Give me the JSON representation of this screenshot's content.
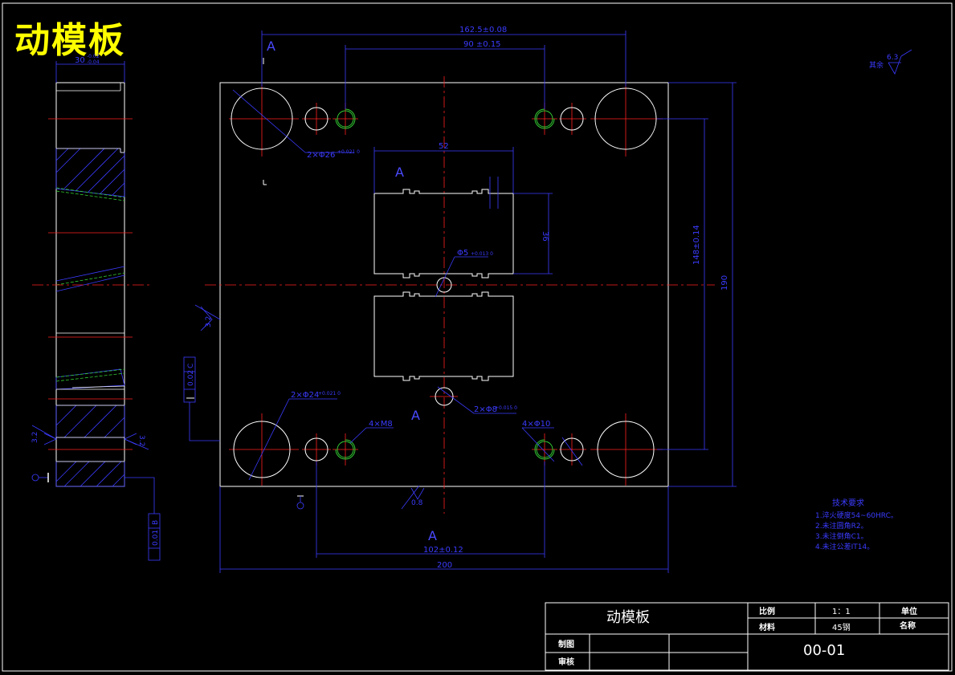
{
  "header": {
    "title": "动模板"
  },
  "dimensions": {
    "top_outer": "162.5±0.08",
    "top_inner": "90 ±0.15",
    "left_thickness": "30",
    "left_thickness_tol_upper": "-0.02",
    "left_thickness_tol_lower": "-0.04",
    "guide_hole_top": "2×Φ26",
    "guide_hole_top_tol": "+0.021 0",
    "cavity_width": "52",
    "cavity_height": "36",
    "center_pin": "Φ5",
    "center_pin_tol": "+0.013 0",
    "guide_hole_bottom": "2×Φ24",
    "guide_hole_bottom_tol": "+0.021 0",
    "thread": "4×M8",
    "return_pin": "4×Φ10",
    "sprue": "2×Φ8",
    "sprue_tol": "+0.015 0",
    "vertical_right_inner": "148±0.14",
    "vertical_right_outer": "190",
    "bottom_inner": "102±0.12",
    "bottom_outer": "200",
    "perpendicularity": "0.02",
    "perpendicularity_ref": "C",
    "parallelism": "0.01",
    "parallelism_ref": "B",
    "roughness_side": "3.2",
    "roughness_left": "3.2",
    "roughness_right": "3.2",
    "roughness_bottom": "0.8",
    "roughness_corner_label": "其余",
    "roughness_corner_value": "6.3",
    "section_mark": "A"
  },
  "notes": {
    "heading": "技术要求",
    "items": [
      "1.淬火硬度54~60HRC。",
      "2.未注圆角R2。",
      "3.未注倒角C1。",
      "4.未注公差IT14。"
    ]
  },
  "title_block": {
    "part_name": "动模板",
    "scale_label": "比例",
    "scale_value": "1：1",
    "material_label": "材料",
    "material_value": "45钢",
    "unit_label": "单位",
    "name_label": "名称",
    "drawn_label": "制图",
    "checked_label": "审核",
    "drawing_number": "00-01"
  },
  "colors": {
    "background": "#000000",
    "outline": "#ffffff",
    "dimension": "#3b3bff",
    "centerline": "#ff2020",
    "thread": "#33cc33",
    "title": "#ffff00"
  }
}
